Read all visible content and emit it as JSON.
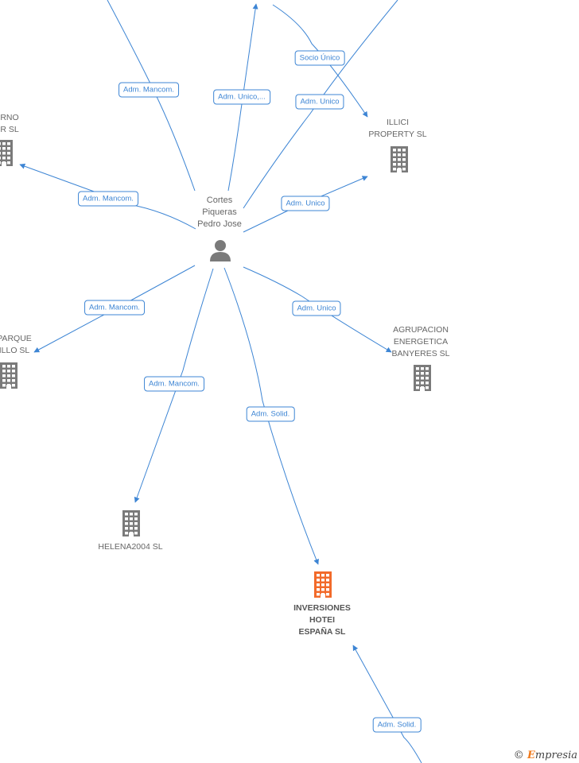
{
  "colors": {
    "edge": "#3d85d4",
    "building": "#7a7a7a",
    "focus": "#f26a2a",
    "text": "#666666"
  },
  "person": {
    "label": "Cortes\nPiqueras\nPedro Jose",
    "icon": "person-icon"
  },
  "nodes": [
    {
      "id": "illici",
      "label": "ILLICI\nPROPERTY  SL",
      "focus": false
    },
    {
      "id": "agrupacion",
      "label": "AGRUPACION\nENERGETICA\nBANYERES  SL",
      "focus": false
    },
    {
      "id": "helena",
      "label": "HELENA2004  SL",
      "focus": false
    },
    {
      "id": "inversiones",
      "label": "INVERSIONES\nHOTEI\nESPAÑA  SL",
      "focus": true
    },
    {
      "id": "rno",
      "label": "RNO\nR  SL",
      "focus": false
    },
    {
      "id": "parque",
      "label": "PARQUE\nILLO  SL",
      "focus": false
    }
  ],
  "edges": [
    {
      "id": "e1",
      "label": "Adm.\nMancom."
    },
    {
      "id": "e2",
      "label": "Adm.\nUnico,..."
    },
    {
      "id": "e3",
      "label": "Socio\nÚnico"
    },
    {
      "id": "e4",
      "label": "Adm.\nUnico"
    },
    {
      "id": "e5",
      "label": "Adm.\nMancom."
    },
    {
      "id": "e6",
      "label": "Adm.\nUnico"
    },
    {
      "id": "e7",
      "label": "Adm.\nMancom."
    },
    {
      "id": "e8",
      "label": "Adm.\nUnico"
    },
    {
      "id": "e9",
      "label": "Adm.\nMancom."
    },
    {
      "id": "e10",
      "label": "Adm.\nSolid."
    },
    {
      "id": "e11",
      "label": "Adm.\nSolid."
    }
  ],
  "watermark": {
    "symbol": "©",
    "brand_initial": "E",
    "brand_rest": "mpresia"
  }
}
